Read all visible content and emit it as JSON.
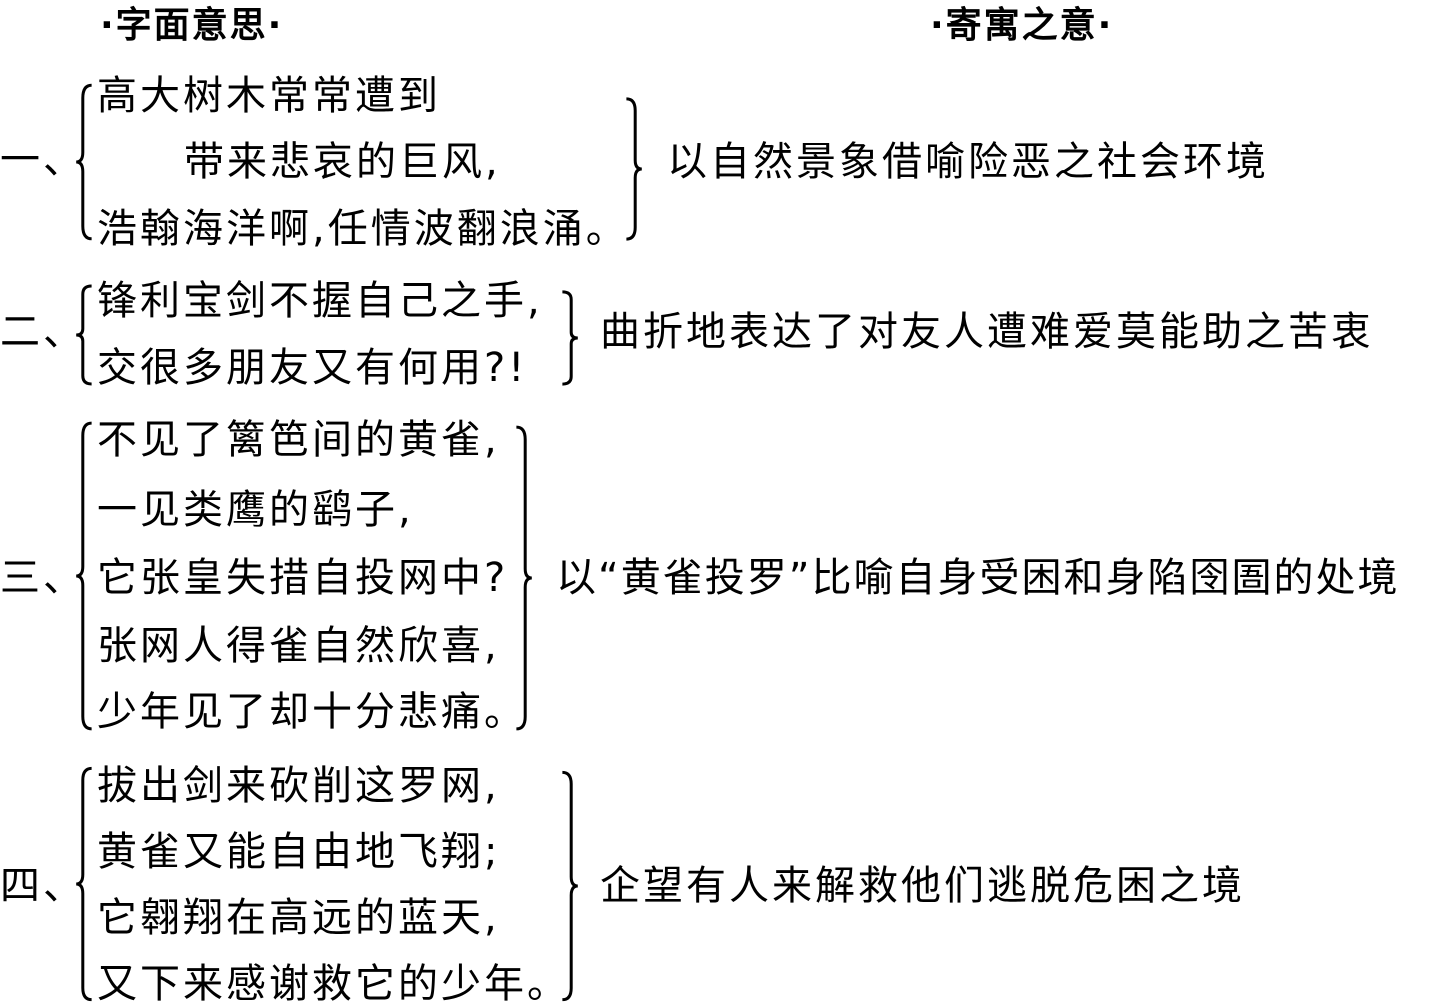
{
  "headers": {
    "literal": "·字面意思·",
    "implied": "·寄寓之意·"
  },
  "groups": [
    {
      "label": "一、",
      "lines": [
        "高大树木常常遭到",
        "带来悲哀的巨风,",
        "浩翰海洋啊,任情波翻浪涌。"
      ],
      "meaning": "以自然景象借喻险恶之社会环境"
    },
    {
      "label": "二、",
      "lines": [
        "锋利宝剑不握自己之手,",
        "交很多朋友又有何用?!"
      ],
      "meaning": "曲折地表达了对友人遭难爱莫能助之苦衷"
    },
    {
      "label": "三、",
      "lines": [
        "不见了篱笆间的黄雀,",
        "一见类鹰的鹞子,",
        "它张皇失措自投网中?",
        "张网人得雀自然欣喜,",
        "少年见了却十分悲痛。"
      ],
      "meaning": "以“黄雀投罗”比喻自身受困和身陷囹圄的处境"
    },
    {
      "label": "四、",
      "lines": [
        "拔出剑来砍削这罗网,",
        "黄雀又能自由地飞翔;",
        "它翱翔在高远的蓝天,",
        "又下来感谢救它的少年。"
      ],
      "meaning": "企望有人来解救他们逃脱危困之境"
    }
  ]
}
